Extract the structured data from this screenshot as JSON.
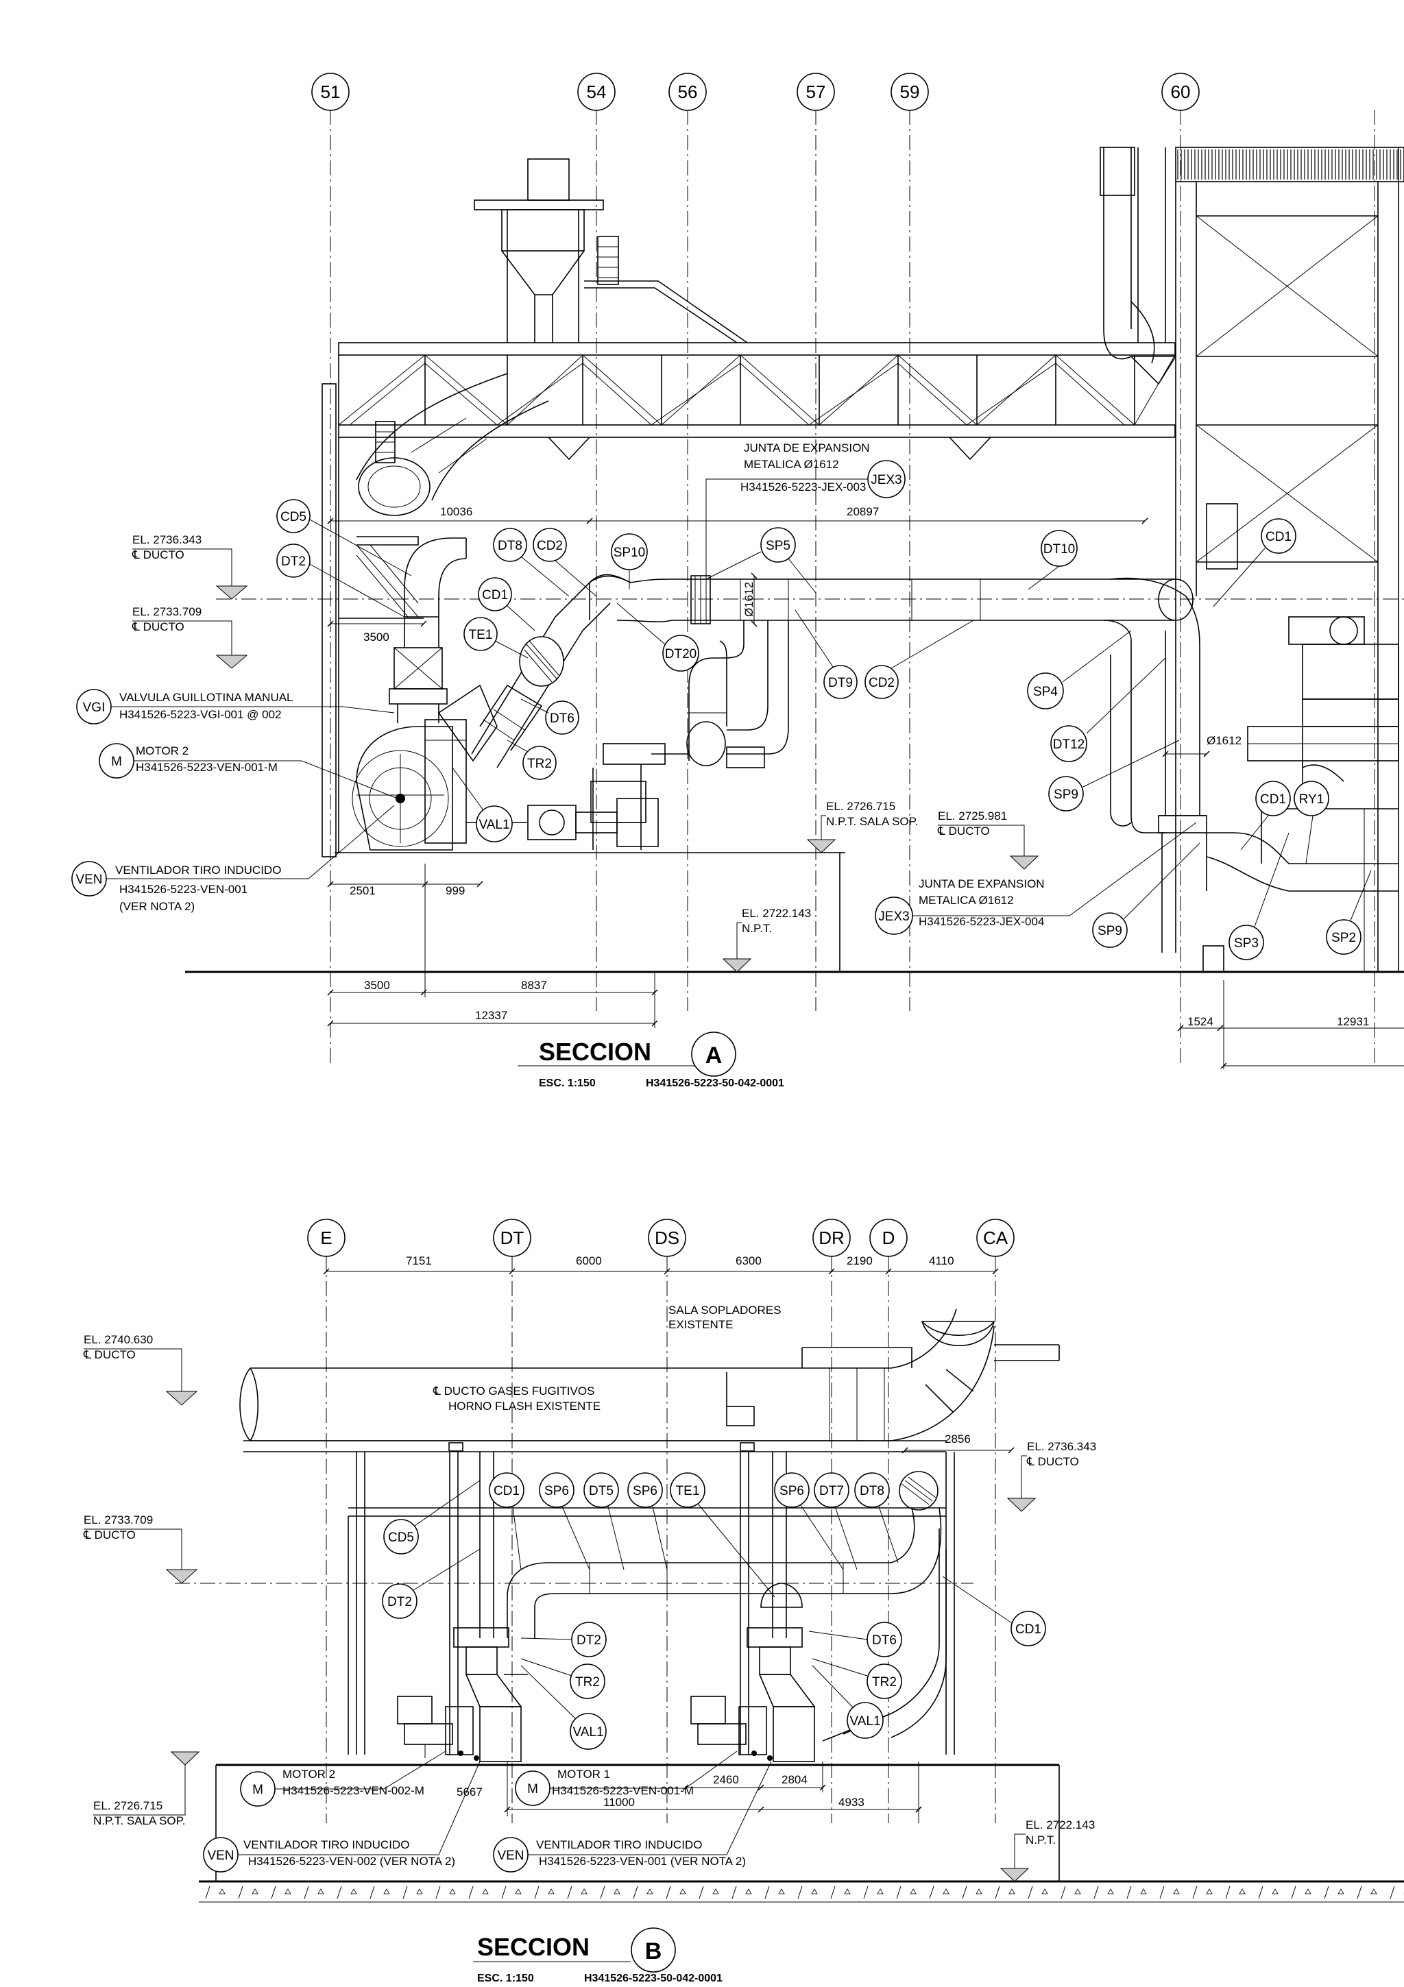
{
  "section_a": {
    "grid_labels": [
      "51",
      "54",
      "56",
      "57",
      "59",
      "60"
    ],
    "title": "SECCION",
    "letter": "A",
    "scale": "ESC. 1:150",
    "ref": "H341526-5223-50-042-0001",
    "elevations": {
      "e1_value": "EL. 2736.343",
      "e1_label": "℄ DUCTO",
      "e2_value": "EL. 2733.709",
      "e2_label": "℄ DUCTO",
      "e3_value": "EL. 2726.715",
      "e3_label": "N.P.T. SALA SOP.",
      "e4_value": "EL. 2725.981",
      "e4_label": "℄ DUCTO",
      "e5_value": "EL. 2722.143",
      "e5_label": "N.P.T."
    },
    "dimensions": {
      "d10036": "10036",
      "d20897": "20897",
      "d3500_top": "3500",
      "d2501": "2501",
      "d999": "999",
      "d3500": "3500",
      "d8837": "8837",
      "d12337": "12337",
      "d1524": "1524",
      "d12931": "12931",
      "dia_v": "Ø1612",
      "dia_h": "Ø1612"
    },
    "tags": {
      "cd5": "CD5",
      "dt2": "DT2",
      "dt8": "DT8",
      "cd2_a": "CD2",
      "sp10": "SP10",
      "sp5": "SP5",
      "dt10": "DT10",
      "cd1_a": "CD1",
      "te1": "TE1",
      "dt20": "DT20",
      "dt6": "DT6",
      "tr2": "TR2",
      "val1": "VAL1",
      "dt9": "DT9",
      "cd2_b": "CD2",
      "sp4": "SP4",
      "dt12": "DT12",
      "sp9_a": "SP9",
      "cd1_b": "CD1",
      "ry1": "RY1",
      "sp9_b": "SP9",
      "sp3": "SP3",
      "sp2": "SP2",
      "cd1_r": "CD1",
      "jex3_a": "JEX3",
      "jex3_b": "JEX3",
      "vgi": "VGI",
      "m": "M",
      "ven": "VEN"
    },
    "notes": {
      "junta_top_1": "JUNTA DE EXPANSION",
      "junta_top_2": "METALICA  Ø1612",
      "junta_top_3": "H341526-5223-JEX-003",
      "junta_bot_1": "JUNTA DE EXPANSION",
      "junta_bot_2": "METALICA  Ø1612",
      "junta_bot_3": "H341526-5223-JEX-004",
      "vgi_1": "VALVULA GUILLOTINA MANUAL",
      "vgi_2": "H341526-5223-VGI-001 @ 002",
      "motor_1": "MOTOR 2",
      "motor_2": "H341526-5223-VEN-001-M",
      "ven_1": "VENTILADOR TIRO INDUCIDO",
      "ven_2": "H341526-5223-VEN-001",
      "ven_3": "(VER NOTA 2)"
    }
  },
  "section_b": {
    "grid_labels": [
      "E",
      "DT",
      "DS",
      "DR",
      "D",
      "CA"
    ],
    "grid_dims": [
      "7151",
      "6000",
      "6300",
      "2190",
      "4110"
    ],
    "title": "SECCION",
    "letter": "B",
    "scale": "ESC. 1:150",
    "ref": "H341526-5223-50-042-0001",
    "sala_1": "SALA SOPLADORES",
    "sala_2": "EXISTENTE",
    "ducto_1": "℄ DUCTO GASES FUGITIVOS",
    "ducto_2": "HORNO FLASH EXISTENTE",
    "elevations": {
      "e1_value": "EL. 2740.630",
      "e1_label": "℄ DUCTO",
      "e2_value": "EL. 2736.343",
      "e2_label": "℄ DUCTO",
      "e3_value": "EL. 2733.709",
      "e3_label": "℄ DUCTO",
      "e4_value": "EL. 2726.715",
      "e4_label": "N.P.T. SALA SOP.",
      "e5_value": "EL. 2722.143",
      "e5_label": "N.P.T."
    },
    "dimensions": {
      "d2856": "2856",
      "d5667": "5667",
      "d11000": "11000",
      "d2460": "2460",
      "d2804": "2804",
      "d4933": "4933"
    },
    "tags": {
      "cd1_a": "CD1",
      "sp6_a": "SP6",
      "dt5": "DT5",
      "sp6_b": "SP6",
      "te1": "TE1",
      "sp6_c": "SP6",
      "dt7": "DT7",
      "dt8": "DT8",
      "cd5": "CD5",
      "dt2_a": "DT2",
      "dt2_b": "DT2",
      "tr2_a": "TR2",
      "val1_a": "VAL1",
      "dt6": "DT6",
      "tr2_b": "TR2",
      "val1_b": "VAL1",
      "cd1_b": "CD1",
      "m_a": "M",
      "m_b": "M",
      "ven_a": "VEN",
      "ven_b": "VEN"
    },
    "notes": {
      "motor2_1": "MOTOR 2",
      "motor2_2": "H341526-5223-VEN-002-M",
      "motor1_1": "MOTOR 1",
      "motor1_2": "H341526-5223-VEN-001-M",
      "ven2_1": "VENTILADOR TIRO INDUCIDO",
      "ven2_2": "H341526-5223-VEN-002 (VER NOTA 2)",
      "ven1_1": "VENTILADOR TIRO INDUCIDO",
      "ven1_2": "H341526-5223-VEN-001 (VER NOTA 2)"
    }
  }
}
